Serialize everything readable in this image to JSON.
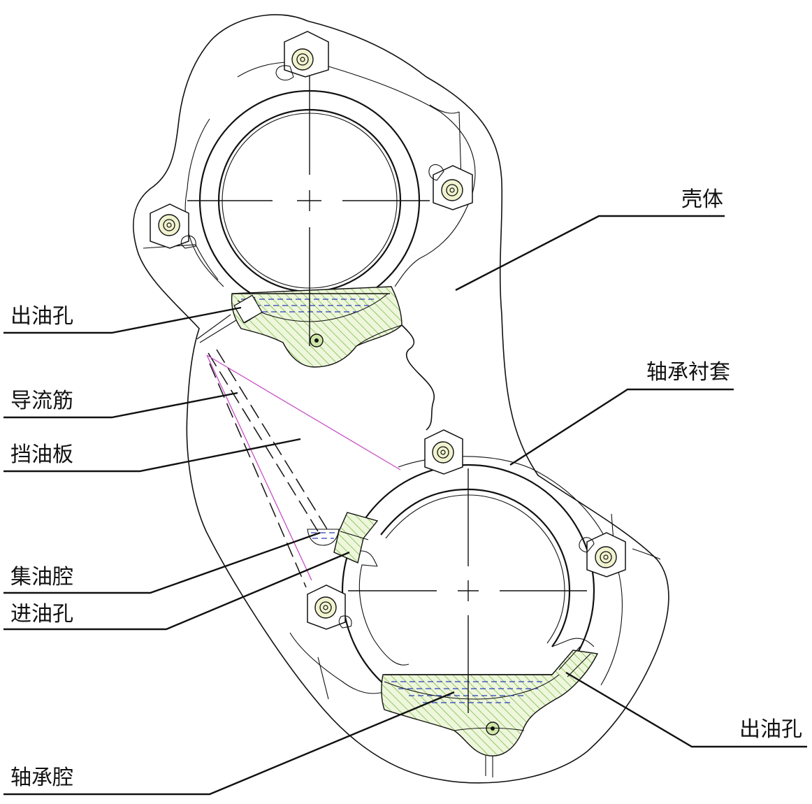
{
  "labels": {
    "housing": "壳体",
    "oil_outlet_upper": "出油孔",
    "guide_rib": "导流筋",
    "bearing_liner": "轴承衬套",
    "oil_baffle": "挡油板",
    "oil_collecting_chamber": "集油腔",
    "oil_inlet": "进油孔",
    "oil_outlet_lower": "出油孔",
    "bearing_chamber": "轴承腔"
  },
  "colors": {
    "line": "#111111",
    "hatch": "#7bbd4a",
    "hatch_fill": "#eef6dc",
    "oil_level": "#2a3fb8",
    "baffle_line": "#c64fc6",
    "bolt_ring": "#f1f3cf"
  }
}
